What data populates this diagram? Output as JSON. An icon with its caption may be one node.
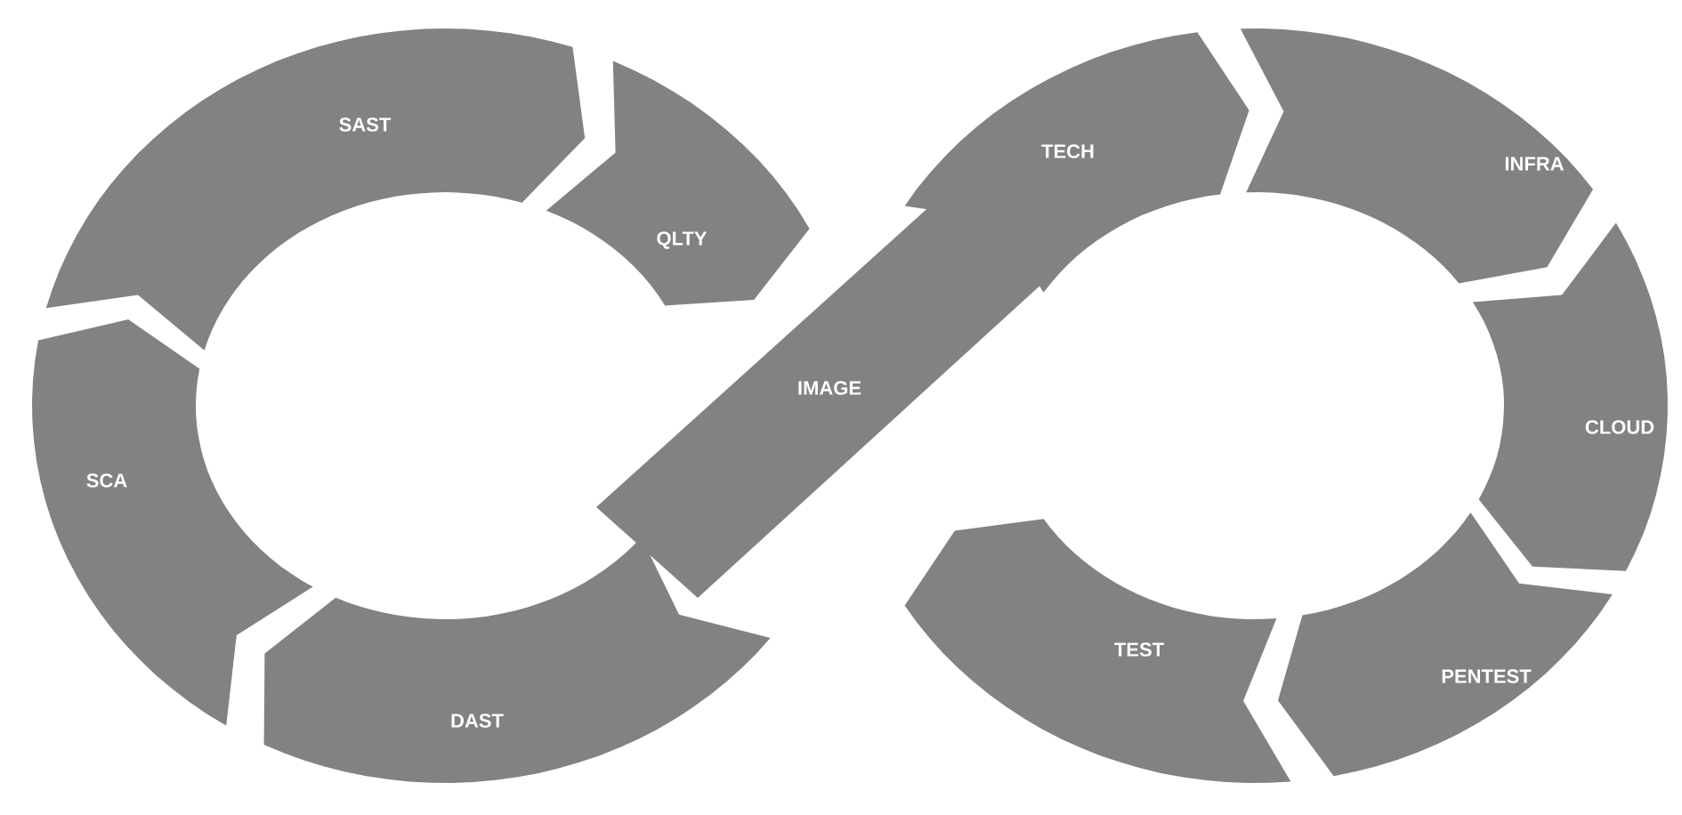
{
  "diagram": {
    "nodes": [
      {
        "text": [
          "SAST"
        ]
      },
      {
        "text": [
          "QLTY"
        ]
      },
      {
        "text": [
          "TECH"
        ]
      },
      {
        "text": [
          "INFRA"
        ]
      },
      {
        "text": [
          "SCA"
        ]
      },
      {
        "text": [
          "IMAGE"
        ]
      },
      {
        "text": [
          "CLOUD"
        ]
      },
      {
        "text": [
          "TEST"
        ]
      },
      {
        "text": [
          "PENTEST"
        ]
      },
      {
        "text": [
          "DAST"
        ]
      }
    ]
  }
}
